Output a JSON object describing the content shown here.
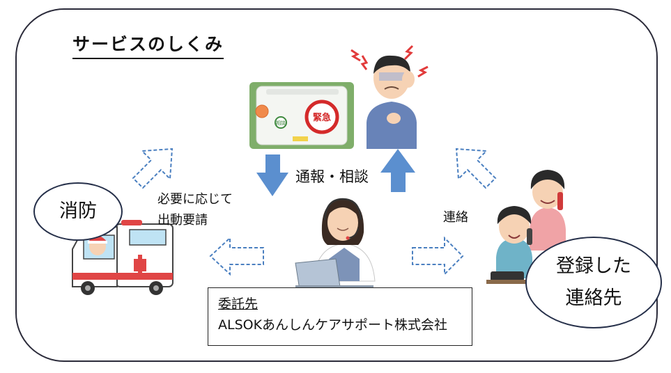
{
  "title": "サービスのしくみ",
  "labels": {
    "request_line1": "必要に応じて",
    "request_line2": "出動要請",
    "report_consult": "通報・相談",
    "contact": "連絡"
  },
  "bubbles": {
    "fire_department": "消防",
    "registered_contacts_line1": "登録した",
    "registered_contacts_line2": "連絡先"
  },
  "entrust_box": {
    "heading": "委託先",
    "company": "ALSOKあんしんケアサポート株式会社"
  },
  "device_labels": {
    "emergency_button": "緊急",
    "consult_button": "相談"
  },
  "colors": {
    "solid_arrow": "#5b8fcf",
    "dashed_arrow": "#4a7fc0",
    "frame": "#2b2b3a"
  },
  "icons": [
    "ambulance-icon",
    "operator-icon",
    "sick-person-icon",
    "alarm-device-icon",
    "family-phone-icon"
  ]
}
